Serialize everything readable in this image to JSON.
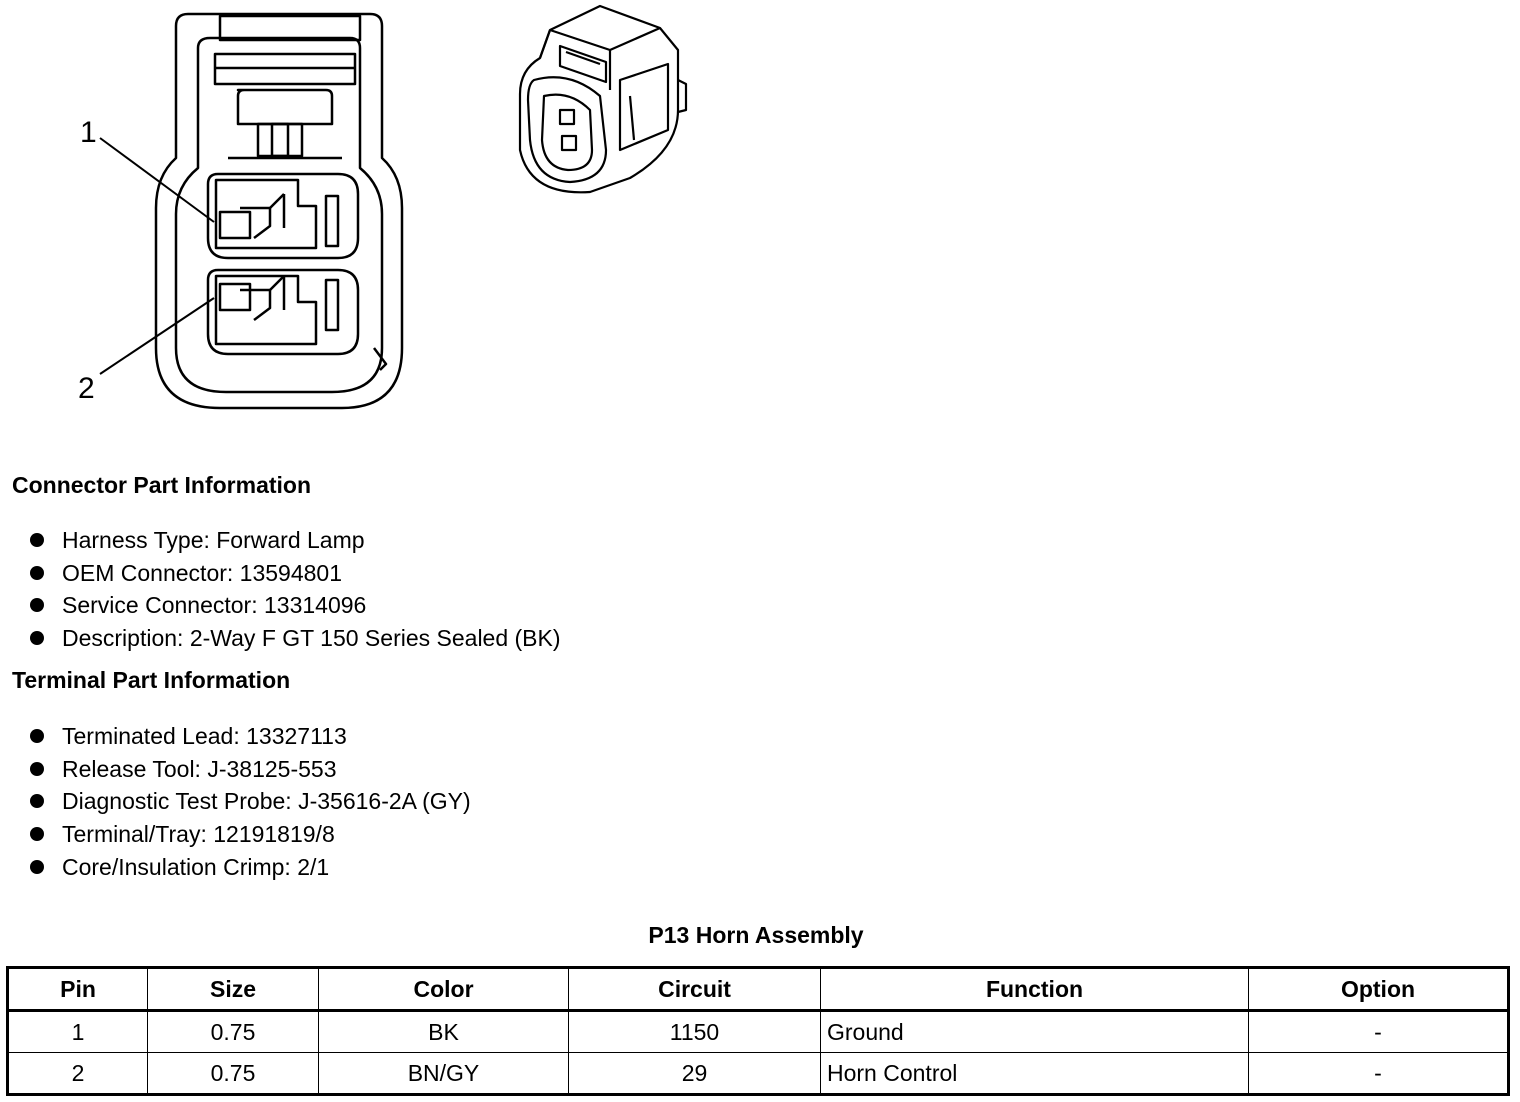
{
  "diagram": {
    "callouts": [
      "1",
      "2"
    ]
  },
  "connector_info": {
    "heading": "Connector Part Information",
    "items": [
      "Harness Type: Forward Lamp",
      "OEM Connector: 13594801",
      "Service Connector: 13314096",
      "Description: 2-Way F GT 150 Series Sealed (BK)"
    ]
  },
  "terminal_info": {
    "heading": "Terminal Part Information",
    "items": [
      "Terminated Lead: 13327113",
      "Release Tool: J-38125-553",
      "Diagnostic Test Probe: J-35616-2A (GY)",
      "Terminal/Tray: 12191819/8",
      "Core/Insulation Crimp: 2/1"
    ]
  },
  "table": {
    "title": "P13 Horn Assembly",
    "headers": [
      "Pin",
      "Size",
      "Color",
      "Circuit",
      "Function",
      "Option"
    ],
    "rows": [
      [
        "1",
        "0.75",
        "BK",
        "1150",
        "Ground",
        "-"
      ],
      [
        "2",
        "0.75",
        "BN/GY",
        "29",
        "Horn Control",
        "-"
      ]
    ]
  }
}
